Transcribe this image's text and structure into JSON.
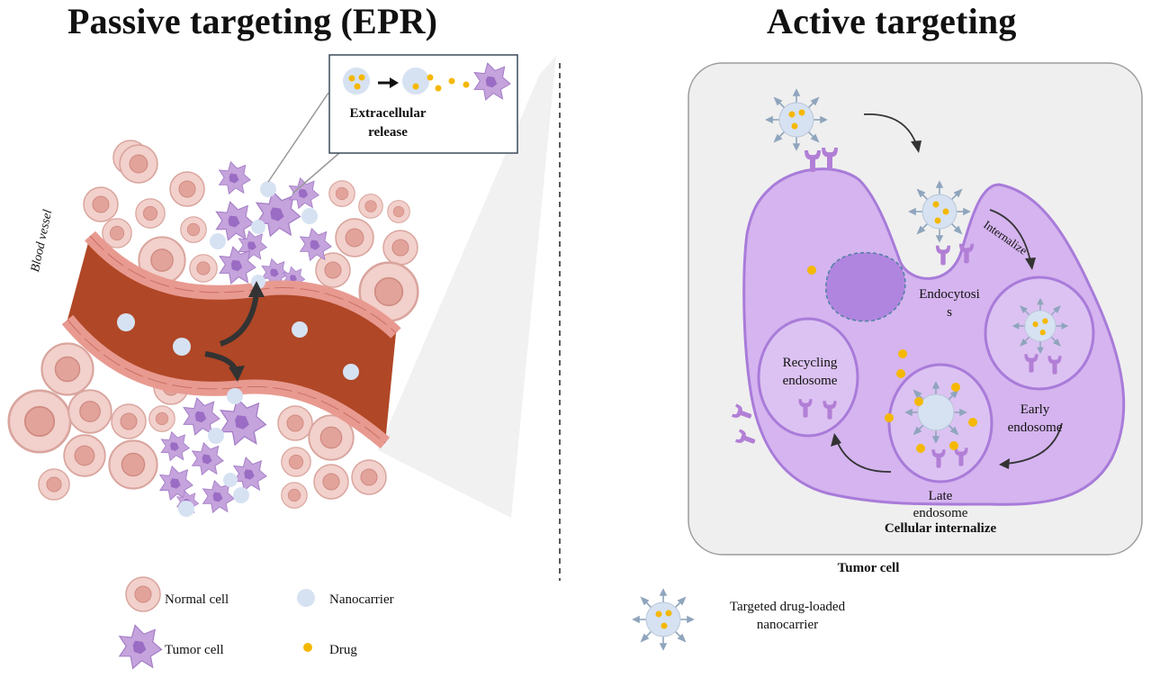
{
  "passive": {
    "title": "Passive targeting (EPR)",
    "inset_label_1": "Extracellular",
    "inset_label_2": "release",
    "vessel_label": "Blood vessel"
  },
  "active": {
    "title": "Active targeting",
    "internalize_label": "Internalize",
    "endocytosis_1": "Endocytosi",
    "endocytosis_2": "s",
    "recycling_1": "Recycling",
    "recycling_2": "endosome",
    "early_1": "Early",
    "early_2": "endosome",
    "late_1": "Late",
    "late_2": "endosome",
    "cellular_internalize": "Cellular internalize",
    "tumor_cell": "Tumor cell"
  },
  "legend": {
    "normal_cell": "Normal cell",
    "nanocarrier": "Nanocarrier",
    "tumor_cell": "Tumor cell",
    "drug": "Drug",
    "targeted_1": "Targeted drug-loaded",
    "targeted_2": "nanocarrier"
  },
  "colors": {
    "normal_cell_fill": "#f2d0cb",
    "normal_cell_nucleus": "#e2a39b",
    "tumor_cell": "#c5a3dc",
    "tumor_nucleus": "#9a6cc4",
    "nanocarrier": "#d6e2f2",
    "drug": "#f5b800",
    "vessel": "#b04726",
    "endothelium": "#e89a90",
    "active_cell": "#d5b4ef",
    "active_cell_border": "#a87bd9",
    "panel_bg": "#efefef"
  }
}
